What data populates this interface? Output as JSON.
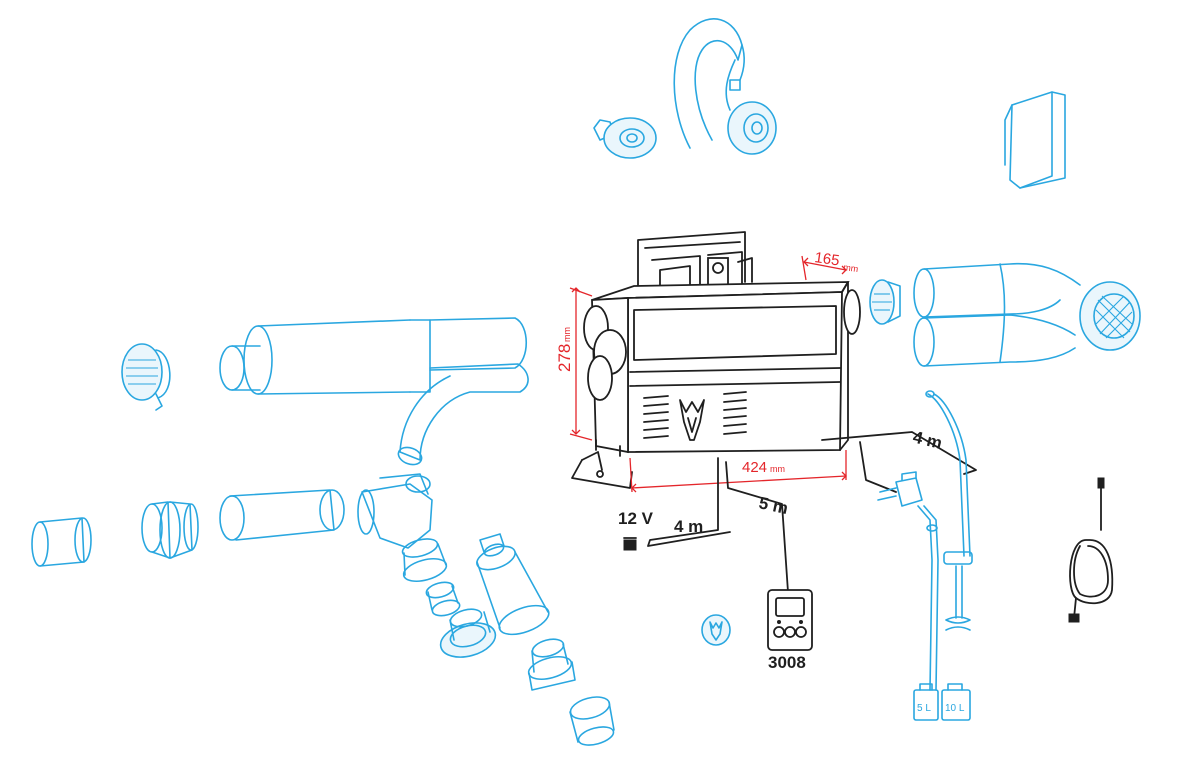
{
  "dimensions": {
    "height": {
      "value": "278",
      "unit": "mm"
    },
    "depth": {
      "value": "165",
      "unit": "mm"
    },
    "width": {
      "value": "424",
      "unit": "mm"
    }
  },
  "labels": {
    "cable_fuel_pump": "4 m",
    "cable_control": "5 m",
    "cable_power_length": "4 m",
    "power_voltage": "12 V",
    "controller_model": "3008"
  },
  "fuel_tanks": [
    "5 L",
    "10 L"
  ],
  "colors": {
    "heater_lines": "#1f1f1f",
    "accessory_lines": "#2aa7e0",
    "dimension_lines": "#e4262b"
  }
}
